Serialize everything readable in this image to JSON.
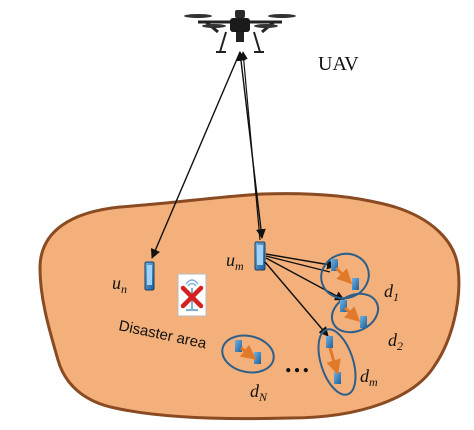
{
  "labels": {
    "uav": "UAV",
    "disaster_area": "Disaster area",
    "ellipsis": "…",
    "u_n": {
      "base": "u",
      "sub": "n"
    },
    "u_m": {
      "base": "u",
      "sub": "m"
    },
    "d_1": {
      "base": "d",
      "sub": "1"
    },
    "d_2": {
      "base": "d",
      "sub": "2"
    },
    "d_m": {
      "base": "d",
      "sub": "m"
    },
    "d_N": {
      "base": "d",
      "sub": "N"
    }
  },
  "colors": {
    "area_fill": "#f4b07a",
    "area_stroke": "#8a4a22",
    "cluster_stroke": "#2d5f8a",
    "link": "#111111",
    "d2d_arrow": "#e07a2a",
    "device_blue": "#2f7fc0",
    "cross": "#d62020"
  },
  "icons": [
    "drone-icon",
    "phone-icon",
    "broken-base-station-icon"
  ]
}
